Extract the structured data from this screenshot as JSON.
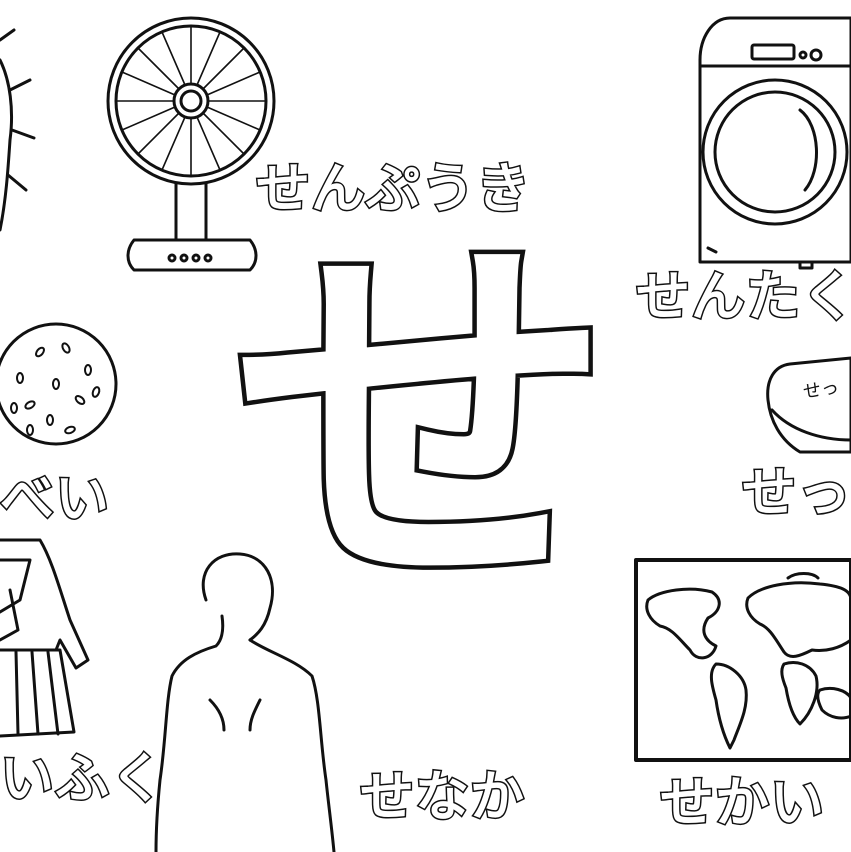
{
  "main_character": "せ",
  "labels": {
    "fan": "せんぷうき",
    "washer": "せんたく",
    "soap": "せっ",
    "soap_stamp": "せっ",
    "cracker": "べい",
    "uniform": "いふく",
    "back": "せなか",
    "world": "せかい"
  },
  "icons": [
    "branch-icon",
    "electric-fan-icon",
    "washing-machine-icon",
    "rice-cracker-icon",
    "soap-icon",
    "sailor-uniform-icon",
    "human-back-icon",
    "world-map-icon"
  ]
}
